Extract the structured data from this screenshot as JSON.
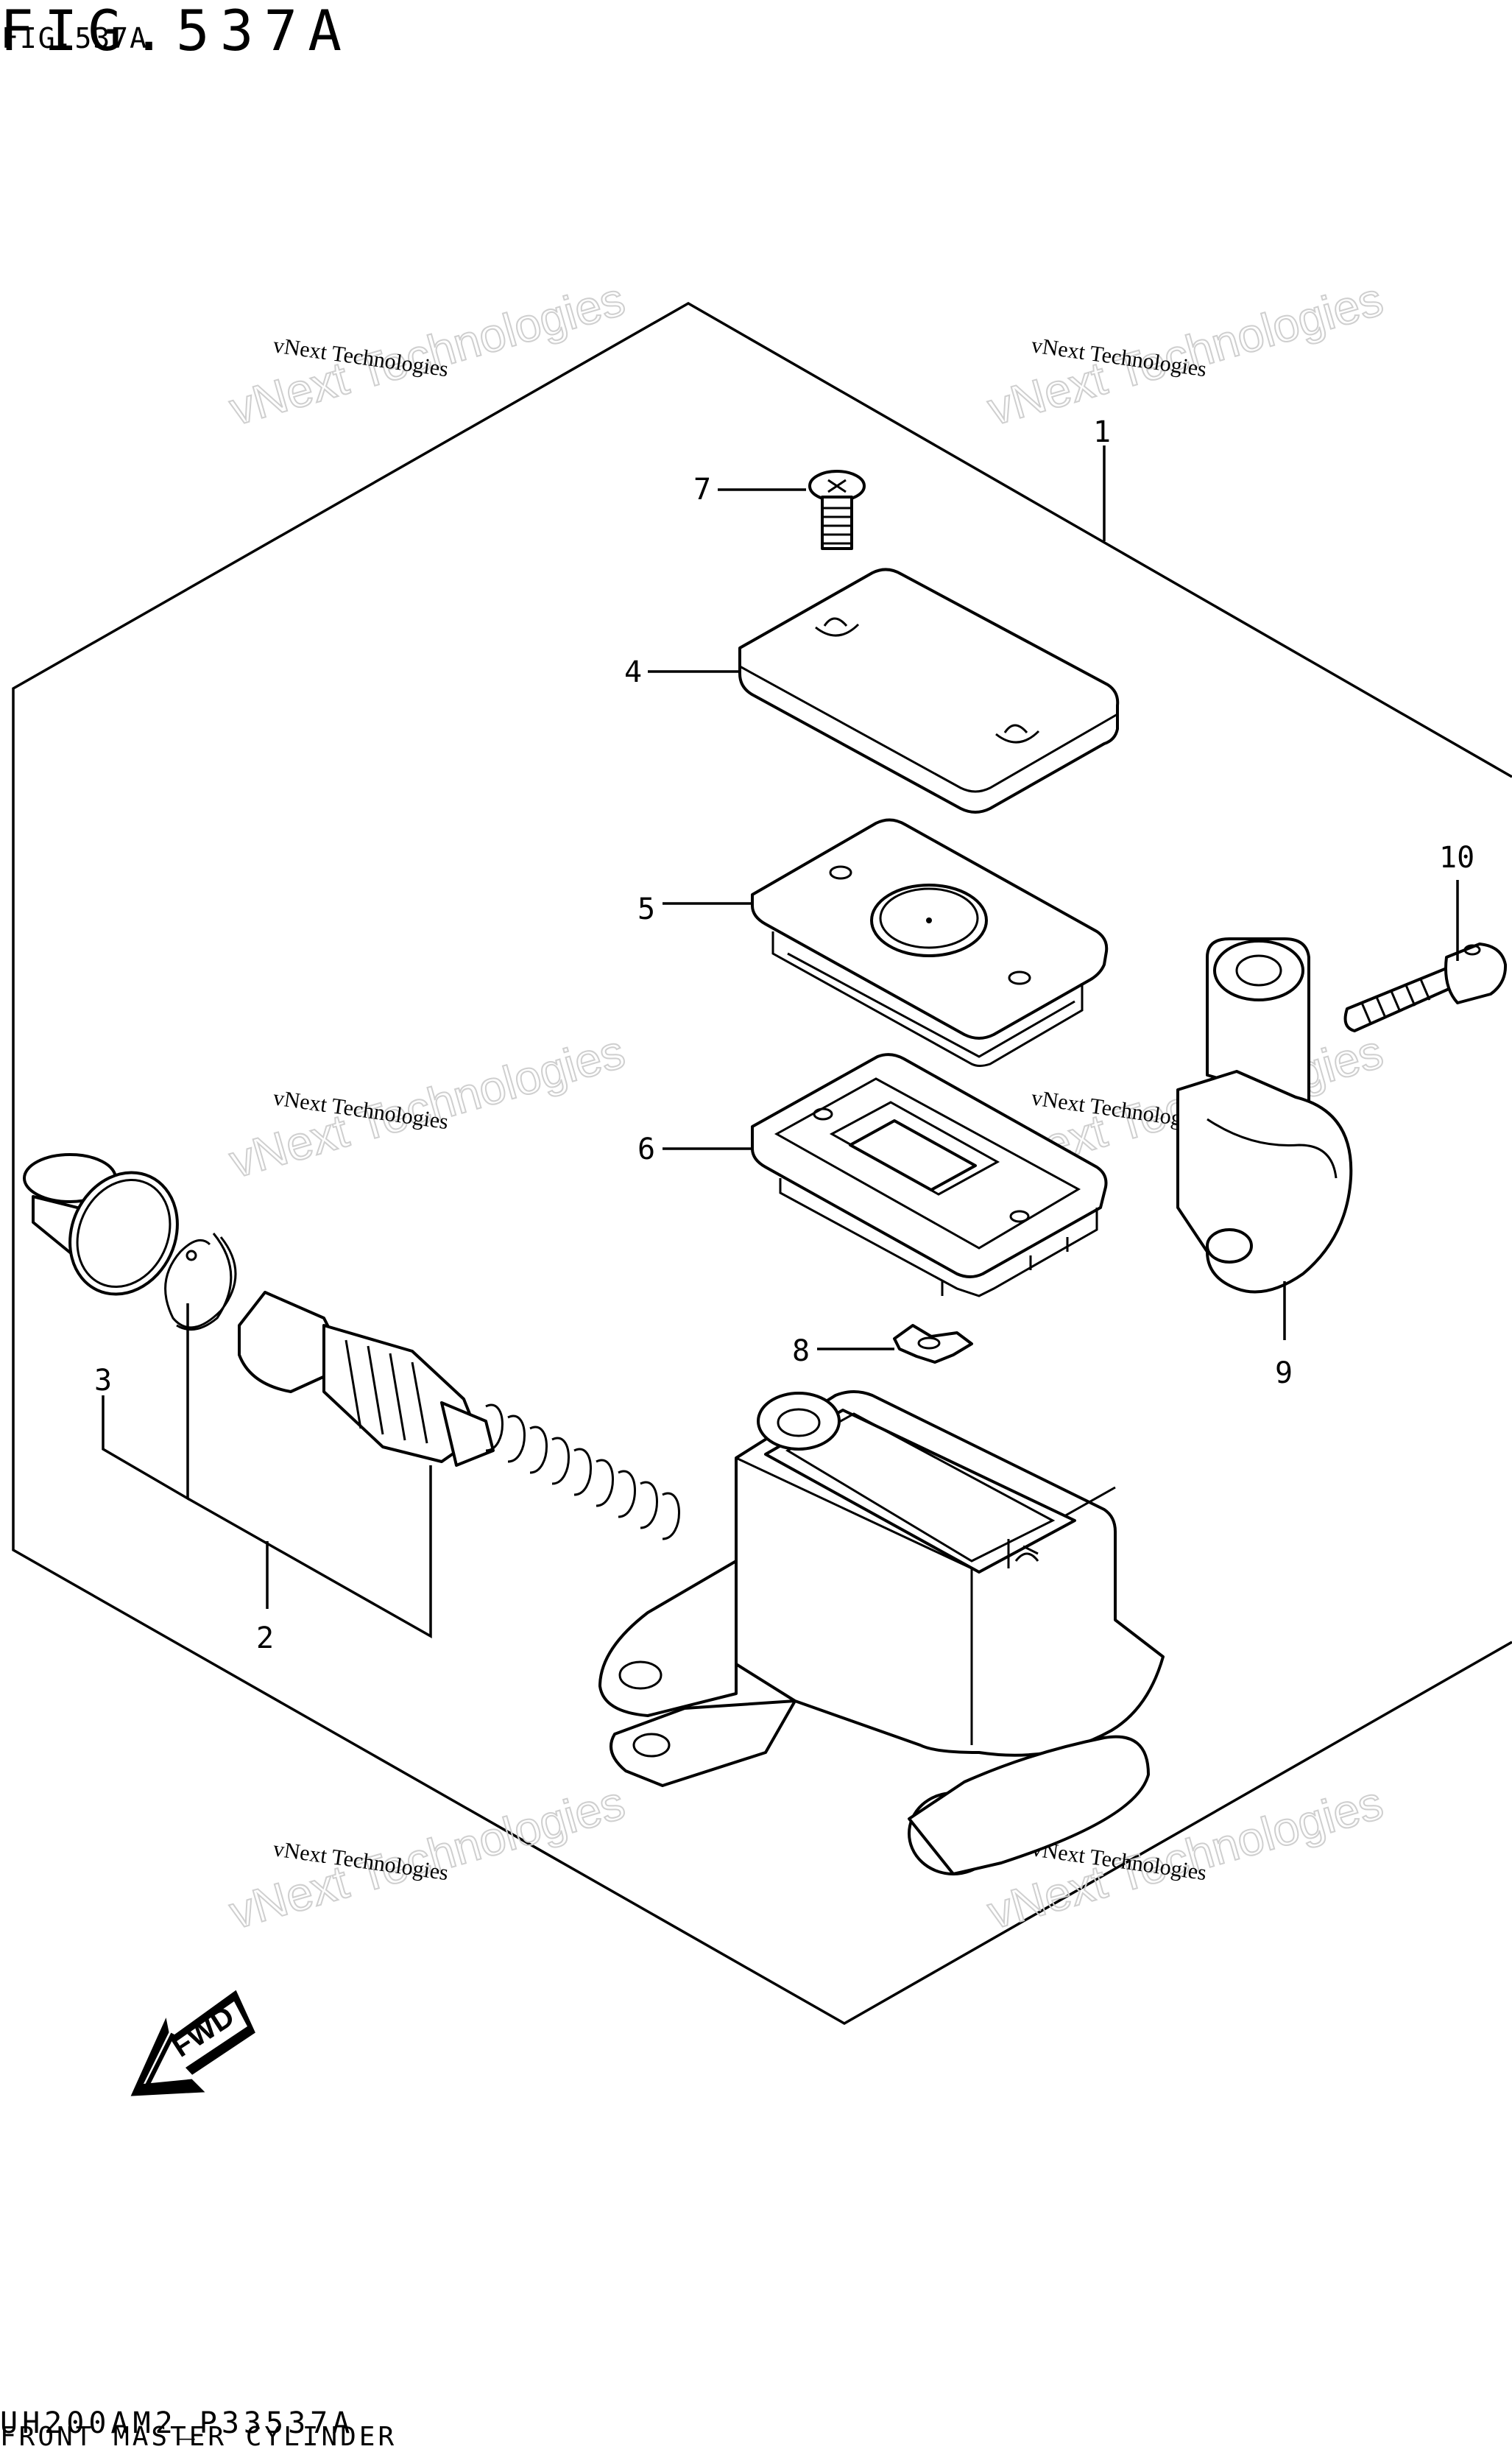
{
  "header": {
    "figure_title": "FIG.537A",
    "figure_subtitle": "FIG.537A"
  },
  "footer": {
    "model_code": "UH200AM2_P33537A",
    "section_name": "FRONT MASTER CYLINDER"
  },
  "watermark": {
    "line1": "vNext Technologies",
    "line2": "vNext Technologies"
  },
  "callouts": {
    "c1": "1",
    "c2": "2",
    "c3": "3",
    "c4": "4",
    "c5": "5",
    "c6": "6",
    "c7": "7",
    "c8": "8",
    "c9": "9",
    "c10": "10"
  },
  "fwd_label": "FWD",
  "icons": {
    "fwd_arrow": "arrow-down-left-icon"
  }
}
